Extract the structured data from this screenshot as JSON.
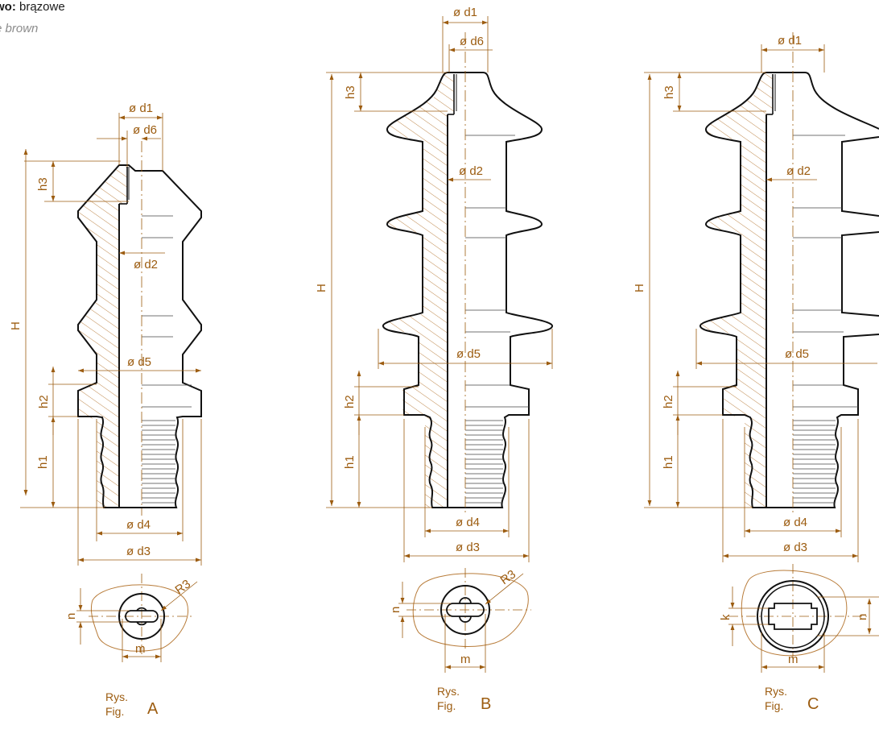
{
  "caption": {
    "label_bold": "wo:",
    "label_value": "brązowe",
    "label_en": "e brown"
  },
  "figures": [
    {
      "id": "A",
      "label_pl": "Rys.",
      "label_en": "Fig.",
      "letter": "A",
      "dims": [
        "ø d1",
        "ø d6",
        "h3",
        "H",
        "ø d2",
        "ø d5",
        "h2",
        "h1",
        "ø d4",
        "ø d3",
        "R3",
        "n",
        "m"
      ]
    },
    {
      "id": "B",
      "label_pl": "Rys.",
      "label_en": "Fig.",
      "letter": "B",
      "dims": [
        "ø d1",
        "ø d6",
        "h3",
        "H",
        "ø d2",
        "ø d5",
        "h2",
        "h1",
        "ø d4",
        "ø d3",
        "R3",
        "n",
        "m"
      ]
    },
    {
      "id": "C",
      "label_pl": "Rys.",
      "label_en": "Fig.",
      "letter": "C",
      "dims": [
        "ø d1",
        "h3",
        "H",
        "ø d2",
        "ø d5",
        "h2",
        "h1",
        "ø d4",
        "ø d3",
        "k",
        "n",
        "m"
      ]
    }
  ],
  "colors": {
    "outline": "#111111",
    "dimension": "#9c5c10",
    "hatch": "#b87c3a",
    "centerline": "#9c5c10"
  }
}
